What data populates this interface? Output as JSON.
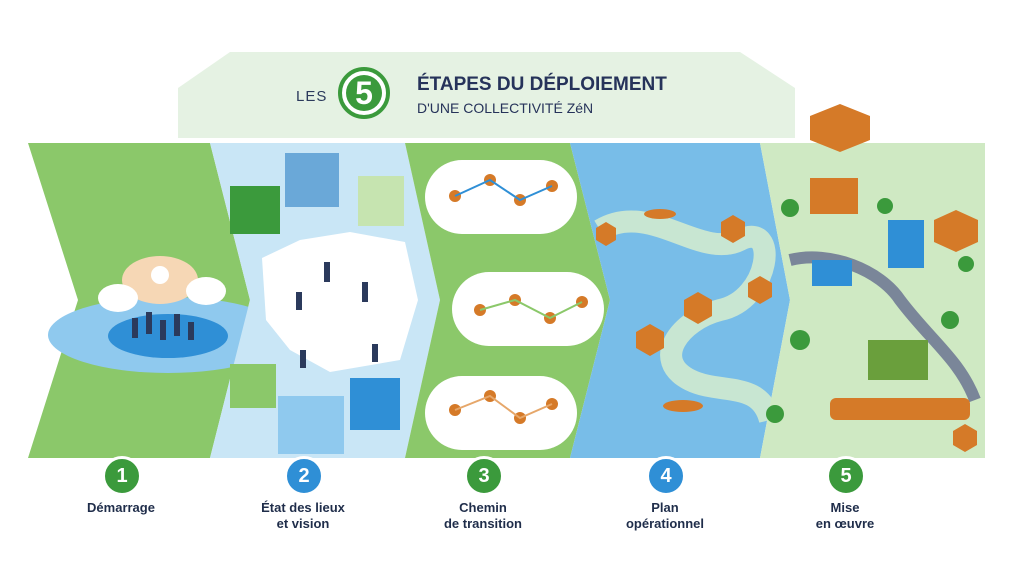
{
  "title": {
    "prefix": "LES",
    "number": "5",
    "main": "ÉTAPES DU DÉPLOIEMENT",
    "sub": "D'UNE COLLECTIVITÉ ZéN"
  },
  "steps": [
    {
      "number": "1",
      "line1": "Démarrage",
      "line2": "",
      "color": "#3b9a3c"
    },
    {
      "number": "2",
      "line1": "État des lieux",
      "line2": "et vision",
      "color": "#2f8fd6"
    },
    {
      "number": "3",
      "line1": "Chemin",
      "line2": "de transition",
      "color": "#3b9a3c"
    },
    {
      "number": "4",
      "line1": "Plan",
      "line2": "opérationnel",
      "color": "#2f8fd6"
    },
    {
      "number": "5",
      "line1": "Mise",
      "line2": "en œuvre",
      "color": "#3b9a3c"
    }
  ],
  "colors": {
    "green": "#3b9a3c",
    "light_green": "#8bc86a",
    "blue": "#2f8fd6",
    "light_blue": "#8fc9ee",
    "orange": "#d57a28",
    "navy": "#26335a"
  }
}
